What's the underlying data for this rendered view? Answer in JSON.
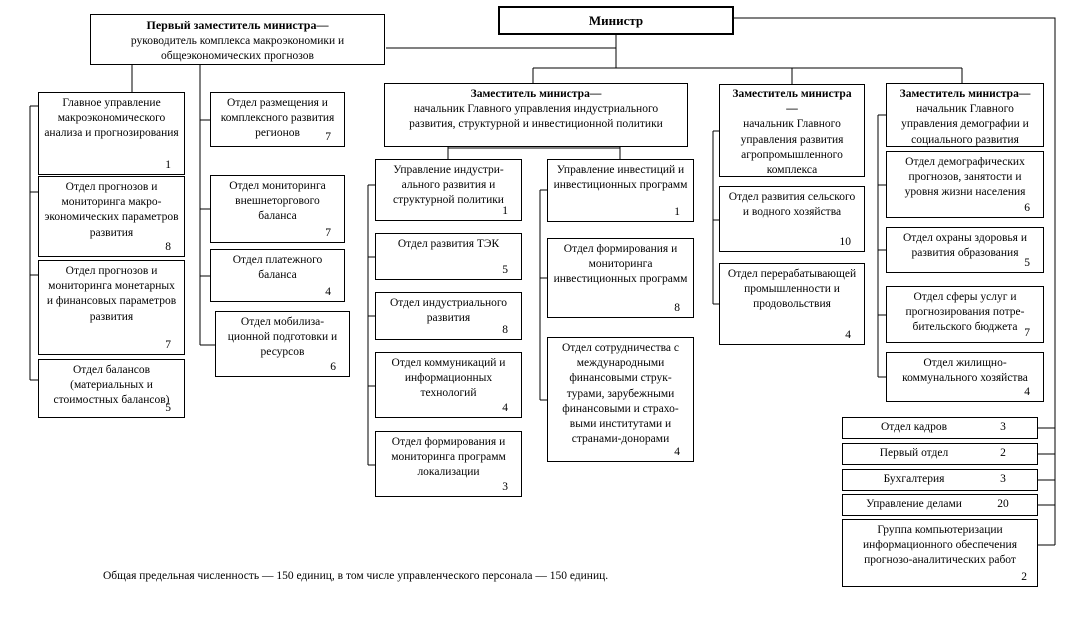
{
  "minister": {
    "label": "Министр"
  },
  "deputies": {
    "first": {
      "title": "Первый заместитель министра—",
      "subtitle": "руководитель комплекса макроэкономики и общеэкономических прогнозов"
    },
    "industrial": {
      "title": "Заместитель министра—",
      "subtitle": "начальник Главного управления индустриального развития, структурной и инвестиционной политики"
    },
    "agro": {
      "title": "Заместитель министра—",
      "subtitle": "начальник Главного управления развития агропромышленного комплекса"
    },
    "demography": {
      "title": "Заместитель министра—",
      "subtitle": "начальник Главного управления демографии и социального развития"
    }
  },
  "col_macro": [
    {
      "label": "Главное управление макроэкономического анализа и прогнозирования",
      "count": "1"
    },
    {
      "label": "Отдел прогнозов и мониторинга макро-экономических параметров развития",
      "count": "8"
    },
    {
      "label": "Отдел прогнозов и мониторинга монетарных и финансовых параметров развития",
      "count": "7"
    },
    {
      "label": "Отдел балансов (материальных и стоимостных балансов)",
      "count": "5"
    }
  ],
  "col_regions": [
    {
      "label": "Отдел размещения и комплексного развития регионов",
      "count": "7"
    },
    {
      "label": "Отдел мониторинга внешнеторгового баланса",
      "count": "7"
    },
    {
      "label": "Отдел платежного баланса",
      "count": "4"
    },
    {
      "label": "Отдел мобилиза-ционной подготовки и ресурсов",
      "count": "6"
    }
  ],
  "col_industrial": [
    {
      "label": "Управление индустри-ального развития и структурной политики",
      "count": "1"
    },
    {
      "label": "Отдел развития ТЭК",
      "count": "5"
    },
    {
      "label": "Отдел индустриального развития",
      "count": "8"
    },
    {
      "label": "Отдел коммуникаций и информационных технологий",
      "count": "4"
    },
    {
      "label": "Отдел формирования и мониторинга программ локализации",
      "count": "3"
    }
  ],
  "col_invest": [
    {
      "label": "Управление инвестиций и инвестиционных программ",
      "count": "1"
    },
    {
      "label": "Отдел формирования и мониторинга инвестиционных программ",
      "count": "8"
    },
    {
      "label": "Отдел сотрудничества с международными финансовыми струк-турами, зарубежными финансовыми и страхо-выми институтами и странами-донорами",
      "count": "4"
    }
  ],
  "col_agro": [
    {
      "label": "Отдел развития сельского и водного хозяйства",
      "count": "10"
    },
    {
      "label": "Отдел перерабатывающей промышленности и продовольствия",
      "count": "4"
    }
  ],
  "col_demography": [
    {
      "label": "Отдел демографических прогнозов, занятости и уровня жизни населения",
      "count": "6"
    },
    {
      "label": "Отдел охраны здоровья и развития образования",
      "count": "5"
    },
    {
      "label": "Отдел сферы услуг и прогнозирования потре-бительского бюджета",
      "count": "7"
    },
    {
      "label": "Отдел жилищно-коммунального хозяйства",
      "count": "4"
    }
  ],
  "admin": [
    {
      "label": "Отдел кадров",
      "count": "3"
    },
    {
      "label": "Первый отдел",
      "count": "2"
    },
    {
      "label": "Бухгалтерия",
      "count": "3"
    },
    {
      "label": "Управление делами",
      "count": "20"
    },
    {
      "label": "Группа компьютеризации информационного обеспечения прогнозо-аналитических работ",
      "count": "2"
    }
  ],
  "footnote": "Общая предельная численность — 150 единиц, в том числе управленческого персонала — 150 единиц."
}
